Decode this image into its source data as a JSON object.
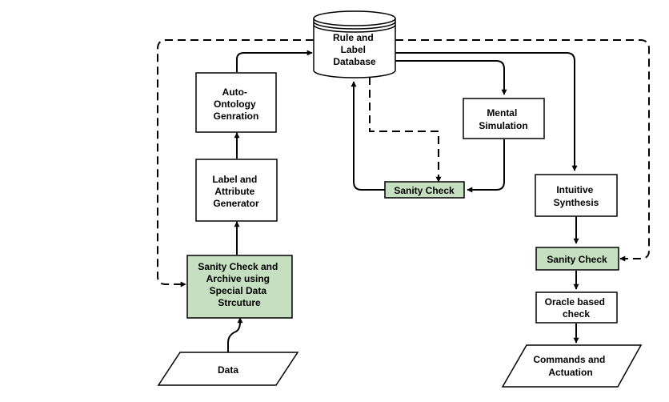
{
  "diagram": {
    "nodes": {
      "database": {
        "lines": [
          "Rule and",
          "Label",
          "Database"
        ],
        "shape": "cylinder",
        "fill": "#ffffff"
      },
      "auto_ontology": {
        "lines": [
          "Auto-",
          "Ontology",
          "Genration"
        ],
        "shape": "rect",
        "fill": "#ffffff"
      },
      "label_attribute": {
        "lines": [
          "Label and",
          "Attribute",
          "Generator"
        ],
        "shape": "rect",
        "fill": "#ffffff"
      },
      "sanity_archive": {
        "lines": [
          "Sanity Check and",
          "Archive using",
          "Special Data",
          "Strcuture"
        ],
        "shape": "rect",
        "fill": "#c5dfc0"
      },
      "data": {
        "lines": [
          "Data"
        ],
        "shape": "parallelogram",
        "fill": "#ffffff"
      },
      "mental_simulation": {
        "lines": [
          "Mental",
          "Simulation"
        ],
        "shape": "rect",
        "fill": "#ffffff"
      },
      "sanity_middle": {
        "lines": [
          "Sanity Check"
        ],
        "shape": "rect",
        "fill": "#c5dfc0"
      },
      "intuitive_synthesis": {
        "lines": [
          "Intuitive",
          "Synthesis"
        ],
        "shape": "rect",
        "fill": "#ffffff"
      },
      "sanity_right": {
        "lines": [
          "Sanity Check"
        ],
        "shape": "rect",
        "fill": "#c5dfc0"
      },
      "oracle_check": {
        "lines": [
          "Oracle based",
          "check"
        ],
        "shape": "rect",
        "fill": "#ffffff"
      },
      "commands": {
        "lines": [
          "Commands and",
          "Actuation"
        ],
        "shape": "parallelogram",
        "fill": "#ffffff"
      }
    },
    "edges": [
      {
        "from": "data",
        "to": "sanity_archive",
        "style": "solid"
      },
      {
        "from": "sanity_archive",
        "to": "label_attribute",
        "style": "solid"
      },
      {
        "from": "label_attribute",
        "to": "auto_ontology",
        "style": "solid"
      },
      {
        "from": "auto_ontology",
        "to": "database",
        "style": "solid"
      },
      {
        "from": "database",
        "to": "mental_simulation",
        "style": "solid"
      },
      {
        "from": "database",
        "to": "intuitive_synthesis",
        "style": "solid"
      },
      {
        "from": "database",
        "to": "sanity_middle",
        "style": "dashed"
      },
      {
        "from": "mental_simulation",
        "to": "sanity_middle",
        "style": "solid"
      },
      {
        "from": "sanity_middle",
        "to": "database",
        "style": "solid"
      },
      {
        "from": "intuitive_synthesis",
        "to": "sanity_right",
        "style": "solid"
      },
      {
        "from": "sanity_right",
        "to": "oracle_check",
        "style": "solid"
      },
      {
        "from": "oracle_check",
        "to": "commands",
        "style": "solid"
      },
      {
        "from": "database",
        "to": "sanity_right",
        "style": "dashed"
      },
      {
        "from": "database",
        "to": "sanity_archive",
        "style": "dashed"
      }
    ],
    "colors": {
      "stroke": "#000000",
      "highlight_fill": "#c5dfc0"
    }
  }
}
